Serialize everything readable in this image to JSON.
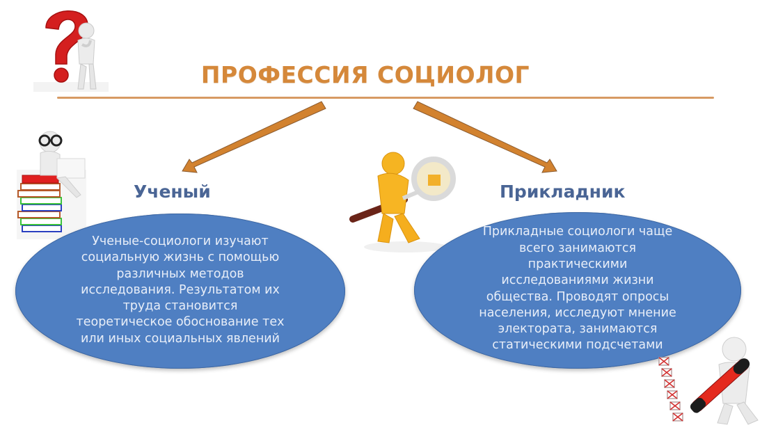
{
  "slide": {
    "title": "ПРОФЕССИЯ СОЦИОЛОГ",
    "colors": {
      "title": "#D5883A",
      "rule": "#D79A63",
      "arrow": "#D2822F",
      "heading": "#4A6595",
      "oval_fill": "#4F7FC2",
      "oval_text": "#E8EEF8"
    }
  },
  "branches": [
    {
      "heading": "Ученый",
      "description": "Ученые-социологи изучают\nсоциальную жизнь с помощью\nразличных методов\nисследования. Результатом их\nтруда становится\nтеоретическое обоснование тех\nили иных социальных явлений",
      "illustration": "scholar-on-books-with-laptop-icon"
    },
    {
      "heading": "Прикладник",
      "description": "Прикладные социологи чаще\nвсего занимаются\nпрактическими\nисследованиями жизни\nобщества. Проводят опросы\nнаселения, исследуют мнение\nэлектората, занимаются\nстатическими подсчетами",
      "illustration": "figure-with-magnifying-glass-icon"
    }
  ],
  "decorations": [
    "question-mark-figure-icon",
    "figure-with-pen-checklist-icon"
  ]
}
